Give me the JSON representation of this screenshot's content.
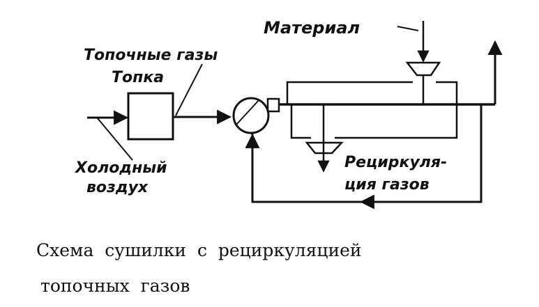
{
  "diagram": {
    "label_material": "Материал",
    "label_flue_gases": "Топочные газы",
    "label_furnace": "Топка",
    "label_cold_air_line1": "Холодный",
    "label_cold_air_line2": "воздух",
    "label_recirc_line1": "Рециркуля-",
    "label_recirc_line2": "ция газов"
  },
  "caption": {
    "line1": "Схема  сушилки  с  рециркуляцией",
    "line2": "топочных  газов"
  }
}
